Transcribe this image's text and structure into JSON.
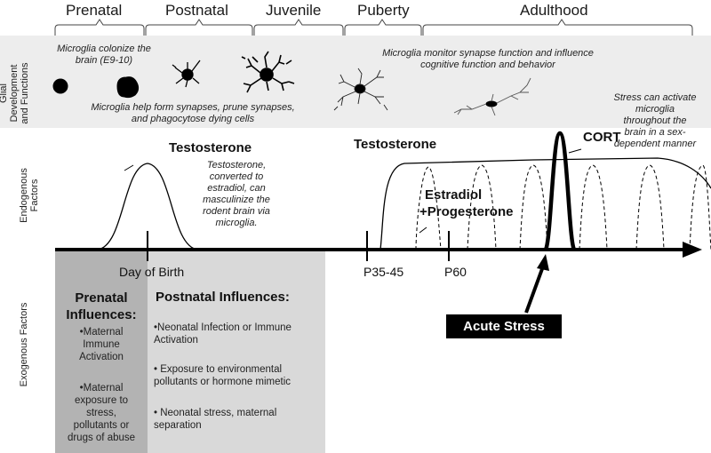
{
  "stages": [
    "Prenatal",
    "Postnatal",
    "Juvenile",
    "Puberty",
    "Adulthood"
  ],
  "row_labels": {
    "glial": "Glial Development and Functions",
    "glial_line1": "Glial",
    "glial_line2": "Development",
    "glial_line3": "and Functions",
    "endogenous_line1": "Endogenous",
    "endogenous_line2": "Factors",
    "exogenous": "Exogenous Factors"
  },
  "glial_notes": {
    "colonize_l1": "Microglia colonize the",
    "colonize_l2": "brain (E9-10)",
    "help_l1": "Microglia help form synapses, prune synapses,",
    "help_l2": "and phagocytose dying cells",
    "monitor_l1": "Microglia monitor synapse function and influence",
    "monitor_l2": "cognitive function and behavior"
  },
  "endogenous": {
    "testosterone_prenatal": "Testosterone",
    "testosterone_note_l1": "Testosterone,",
    "testosterone_note_l2": "converted to",
    "testosterone_note_l3": "estradiol, can",
    "testosterone_note_l4": "masculinize the",
    "testosterone_note_l5": "rodent brain via",
    "testosterone_note_l6": "microglia.",
    "testosterone_adult": "Testosterone",
    "estradiol_l1": "Estradiol",
    "estradiol_l2": "+Progesterone",
    "cort": "CORT",
    "stress_note_l1": "Stress can activate",
    "stress_note_l2": "microglia",
    "stress_note_l3": "throughout the",
    "stress_note_l4": "brain in a sex-",
    "stress_note_l5": "dependent manner"
  },
  "timeline": {
    "day_of_birth": "Day of Birth",
    "p35": "P35-45",
    "p60": "P60"
  },
  "exogenous": {
    "prenatal_title_l1": "Prenatal",
    "prenatal_title_l2": "Influences:",
    "prenatal_items": [
      [
        "•Maternal",
        "Immune",
        "Activation"
      ],
      [
        "•Maternal",
        "exposure to",
        "stress,",
        "pollutants or",
        "drugs of abuse"
      ]
    ],
    "postnatal_title": "Postnatal Influences:",
    "postnatal_items": [
      [
        "•Neonatal Infection or Immune",
        "Activation"
      ],
      [
        "• Exposure to environmental",
        "pollutants or hormone mimetic"
      ],
      [
        "• Neonatal stress, maternal",
        "separation"
      ]
    ],
    "acute_stress": "Acute Stress"
  },
  "colors": {
    "band": "#ededed",
    "prenatal_box": "#b3b3b3",
    "postnatal_box": "#d9d9d9",
    "black": "#000000"
  }
}
